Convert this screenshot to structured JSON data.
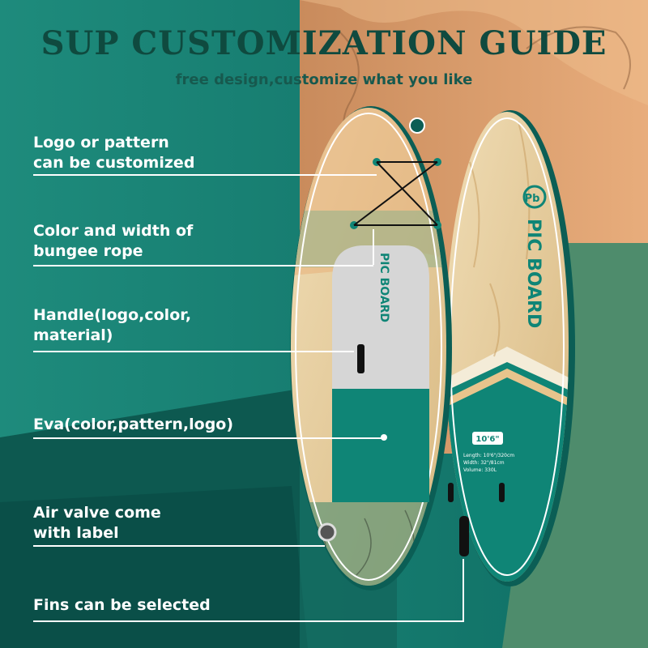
{
  "header": {
    "title": "SUP CUSTOMIZATION GUIDE",
    "subtitle": "free design,customize what you like"
  },
  "callouts": [
    {
      "id": "logo",
      "text": "Logo or pattern\ncan be customized"
    },
    {
      "id": "bungee",
      "text": "Color and width of\nbungee rope"
    },
    {
      "id": "handle",
      "text": "Handle(logo,color,\nmaterial)"
    },
    {
      "id": "eva",
      "text": "Eva(color,pattern,logo)"
    },
    {
      "id": "valve",
      "text": "Air valve come\nwith label"
    },
    {
      "id": "fins",
      "text": "Fins can be selected"
    }
  ],
  "board_right": {
    "brand": "PIC BOARD",
    "size": "10'6\"",
    "specs": [
      "Length: 10'6\"/320cm",
      "Width: 32\"/81cm",
      "Volume: 330L"
    ]
  },
  "board_left": {
    "brand": "PIC BOARD"
  },
  "colors": {
    "teal": "#0f8576",
    "teal_dark": "#0b5e55",
    "wood": "#e6cfa3",
    "text_title": "#0f4a3f",
    "deck_gray": "#d6d6d6"
  }
}
